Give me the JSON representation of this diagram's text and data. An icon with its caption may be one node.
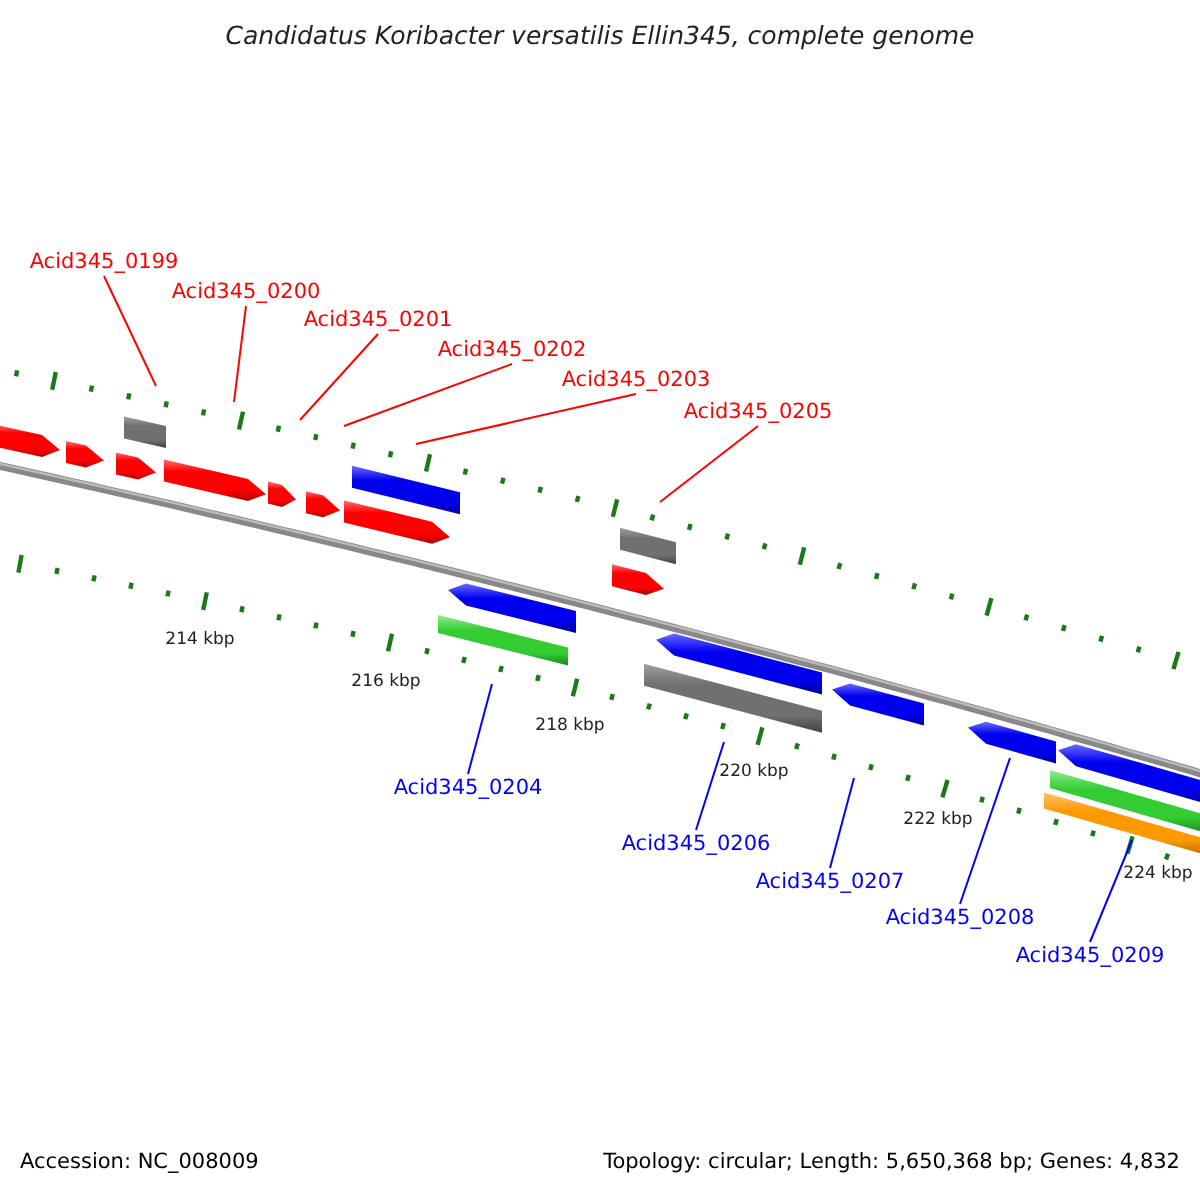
{
  "diagram": {
    "title": "Candidatus Koribacter versatilis Ellin345, complete genome",
    "nodes": [
      {
        "text": [
          "Acid345_0199"
        ]
      },
      {
        "text": [
          "Acid345_0200"
        ]
      },
      {
        "text": [
          "Acid345_0201"
        ]
      },
      {
        "text": [
          "Acid345_0202"
        ]
      },
      {
        "text": [
          "Acid345_0203"
        ]
      },
      {
        "text": [
          "Acid345_0205"
        ]
      },
      {
        "text": [
          "Acid345_0204"
        ]
      },
      {
        "text": [
          "Acid345_0206"
        ]
      },
      {
        "text": [
          "Acid345_0207"
        ]
      },
      {
        "text": [
          "Acid345_0208"
        ]
      },
      {
        "text": [
          "Acid345_0209"
        ]
      }
    ],
    "edges": [
      {
        "from": 0,
        "to": null,
        "arrow": "none"
      },
      {
        "from": 1,
        "to": null,
        "arrow": "none"
      },
      {
        "from": 2,
        "to": null,
        "arrow": "none"
      },
      {
        "from": 3,
        "to": null,
        "arrow": "none"
      },
      {
        "from": 4,
        "to": null,
        "arrow": "none"
      },
      {
        "from": 5,
        "to": null,
        "arrow": "none"
      },
      {
        "from": 6,
        "to": null,
        "arrow": "none",
        "color": "#0000ff"
      },
      {
        "from": 7,
        "to": null,
        "arrow": "none",
        "color": "#0000ff"
      },
      {
        "from": 8,
        "to": null,
        "arrow": "none",
        "color": "#0000ff"
      },
      {
        "from": 9,
        "to": null,
        "arrow": "none",
        "color": "#0000ff"
      },
      {
        "from": 10,
        "to": null,
        "arrow": "none",
        "color": "#0000ff"
      }
    ],
    "labels": [
      "214 kbp",
      "216 kbp",
      "218 kbp",
      "220 kbp",
      "222 kbp",
      "224 kbp",
      "Accession: NC_008009",
      "Topology: circular; Length: 5,650,368 bp; Genes: 4,832"
    ]
  }
}
